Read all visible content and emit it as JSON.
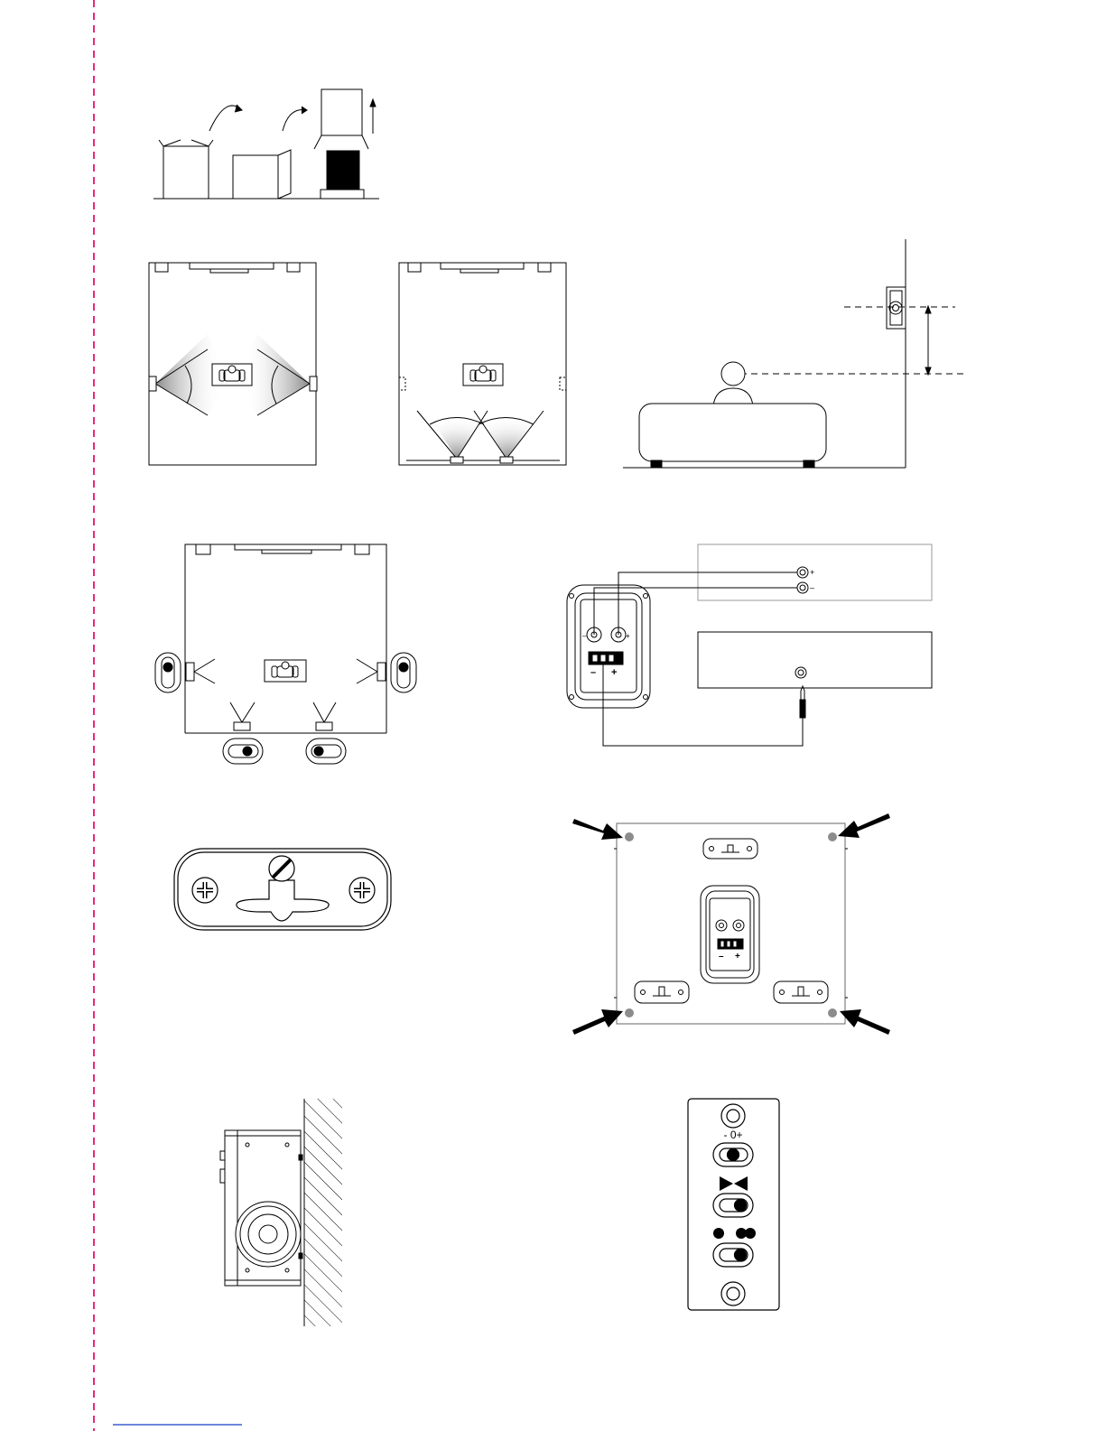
{
  "colors": {
    "ink": "#000000",
    "gray": "#8c8c8c",
    "margin_line": "#e8287a",
    "footer_rule": "#3d5fd0"
  },
  "amp_terminals": {
    "plus": "+",
    "minus": "–"
  },
  "speaker_terminals": {
    "plus": "+",
    "minus": "–"
  },
  "switch_panel": {
    "level_label": "- 0+",
    "switches": [
      {
        "name": "level",
        "position": "center"
      },
      {
        "name": "dispersion",
        "position": "right"
      },
      {
        "name": "mode",
        "position": "right"
      }
    ]
  },
  "icons": {
    "rotate": "curved-arrow-icon",
    "lift": "up-arrow-icon",
    "listener": "listener-icon",
    "dispersion": "bowtie-icon",
    "mode_single": "single-dot-icon",
    "mode_dual": "double-dot-icon",
    "pointer": "black-arrow-icon"
  }
}
